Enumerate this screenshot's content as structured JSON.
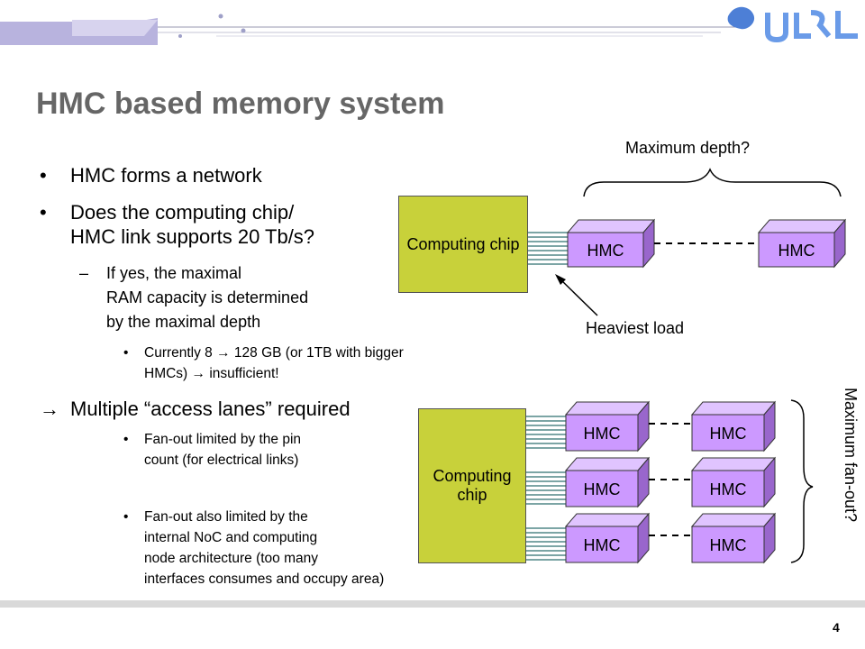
{
  "slide": {
    "title": "HMC based memory system",
    "page_number": "4"
  },
  "bullets": {
    "b1": "HMC forms a network",
    "b2_line1": "Does the computing chip/",
    "b2_line2": "HMC link supports 20 Tb/s?",
    "b3_dash": "–",
    "b3_line1": "If yes, the maximal",
    "b3_line2": "RAM capacity is determined",
    "b3_line3": "by the maximal depth",
    "b4_line1": "Currently 8 → 128 GB (or 1TB with bigger",
    "b4_line2": "HMCs) → insufficient!",
    "b5_arrow": "→",
    "b5": "Multiple “access lanes” required",
    "b6_line1": "Fan-out limited by the pin",
    "b6_line2": "count (for electrical links)",
    "b7_line1": "Fan-out also limited by the",
    "b7_line2": "internal NoC and computing",
    "b7_line3": "node architecture (too many",
    "b7_line4": "interfaces consumes and occupy area)"
  },
  "diagram_top": {
    "chip_label": "Computing chip",
    "hmc_label": "HMC",
    "max_depth_label": "Maximum depth?",
    "heaviest_load_label": "Heaviest load"
  },
  "diagram_bottom": {
    "chip_label": "Computing chip",
    "hmc_label": "HMC",
    "max_fanout_label": "Maximum fan-out?"
  },
  "colors": {
    "chip": "#c8d13a",
    "hmc_front": "#cc99ff",
    "hmc_side": "#9966cc",
    "link": "#2f6f6f",
    "title": "#666666"
  }
}
